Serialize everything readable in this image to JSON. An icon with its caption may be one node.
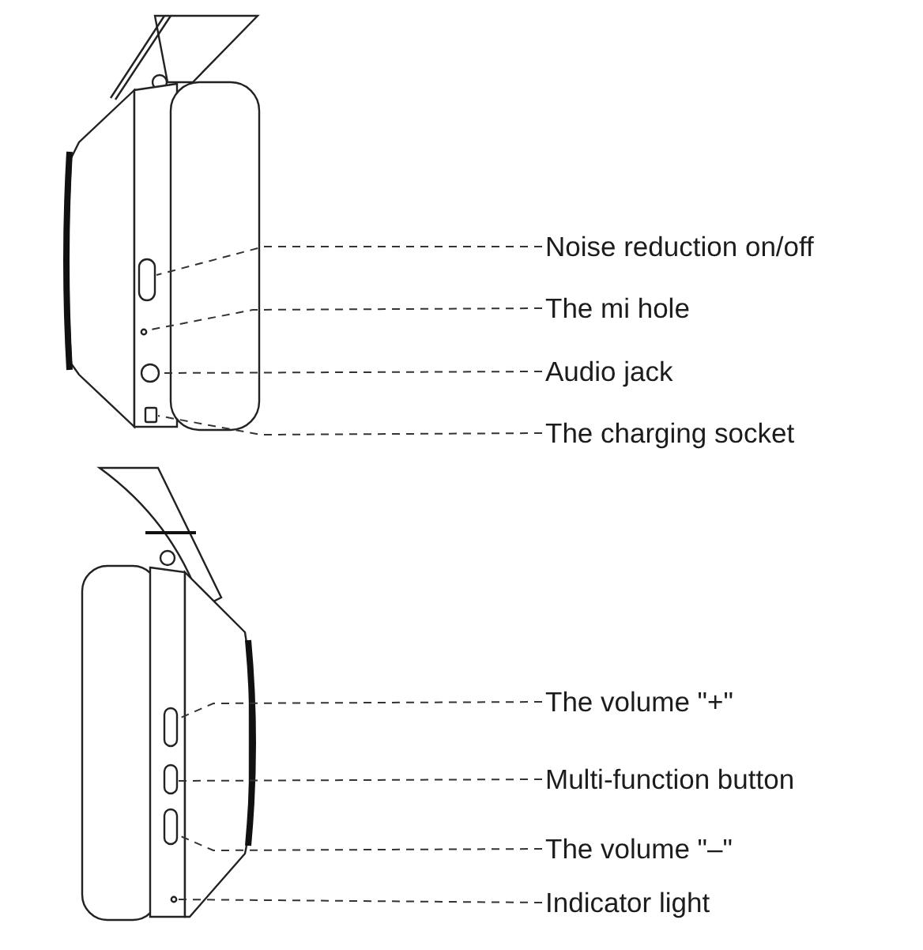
{
  "diagram": {
    "nodes": [
      {
        "text": [
          "Noise reduction on/off"
        ]
      },
      {
        "text": [
          "The mi hole"
        ]
      },
      {
        "text": [
          "Audio jack"
        ]
      },
      {
        "text": [
          "The charging socket"
        ]
      },
      {
        "text": [
          "The volume \"+\""
        ]
      },
      {
        "text": [
          "Multi-function button"
        ]
      },
      {
        "text": [
          "The volume \"–\""
        ]
      },
      {
        "text": [
          "Indicator light"
        ]
      },
      {
        "text": [],
        "shape": "box"
      },
      {
        "text": [],
        "shape": "circle"
      },
      {
        "text": [],
        "shape": "circle"
      },
      {
        "text": [],
        "shape": "box"
      },
      {
        "text": [],
        "shape": "box"
      },
      {
        "text": [],
        "shape": "box"
      },
      {
        "text": [],
        "shape": "box"
      },
      {
        "text": [],
        "shape": "circle"
      }
    ],
    "edges": [
      {
        "from": 0,
        "to": 8,
        "arrow": "none",
        "style": "dashed"
      },
      {
        "from": 1,
        "to": 9,
        "arrow": "none",
        "style": "dashed"
      },
      {
        "from": 2,
        "to": 10,
        "arrow": "none",
        "style": "dashed"
      },
      {
        "from": 3,
        "to": 11,
        "arrow": "none",
        "style": "dashed"
      },
      {
        "from": 4,
        "to": 12,
        "arrow": "none",
        "style": "dashed"
      },
      {
        "from": 5,
        "to": 13,
        "arrow": "none",
        "style": "dashed"
      },
      {
        "from": 6,
        "to": 14,
        "arrow": "none",
        "style": "dashed"
      },
      {
        "from": 7,
        "to": 15,
        "arrow": "none",
        "style": "dashed"
      }
    ]
  }
}
